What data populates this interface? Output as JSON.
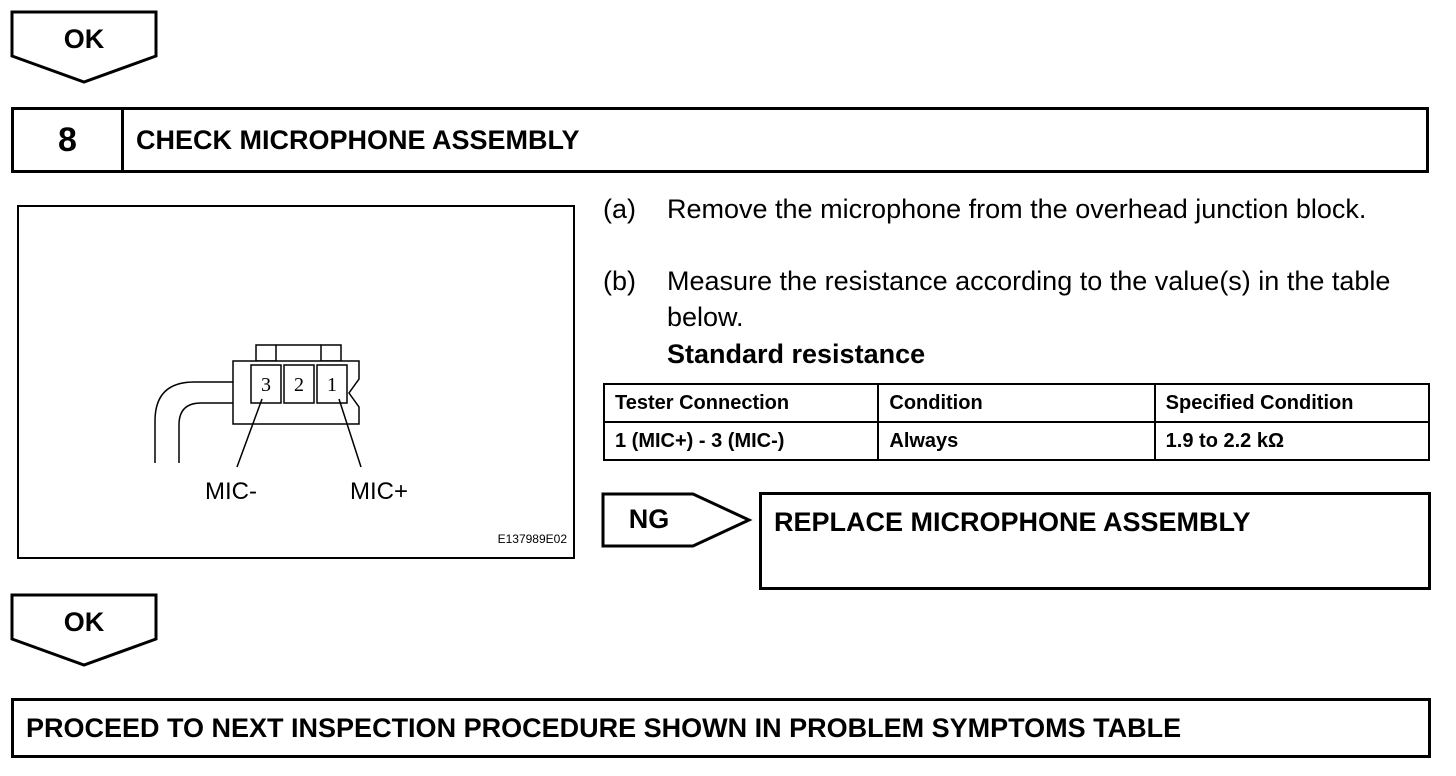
{
  "ok_top": "OK",
  "step": {
    "number": "8",
    "title": "CHECK MICROPHONE ASSEMBLY"
  },
  "figure": {
    "pins": [
      "3",
      "2",
      "1"
    ],
    "label_minus": "MIC-",
    "label_plus": "MIC+",
    "code": "E137989E02"
  },
  "instructions": [
    {
      "label": "(a)",
      "text": "Remove the microphone from the overhead junction block."
    },
    {
      "label": "(b)",
      "text": "Measure the resistance according to the value(s) in the table below."
    }
  ],
  "standard_label": "Standard resistance",
  "table": {
    "headers": [
      "Tester Connection",
      "Condition",
      "Specified Condition"
    ],
    "rows": [
      [
        "1 (MIC+) - 3 (MIC-)",
        "Always",
        "1.9 to 2.2 kΩ"
      ]
    ]
  },
  "ng": {
    "label": "NG",
    "action": "REPLACE MICROPHONE ASSEMBLY"
  },
  "ok_bottom": "OK",
  "proceed": "PROCEED TO NEXT INSPECTION PROCEDURE SHOWN IN PROBLEM SYMPTOMS TABLE"
}
